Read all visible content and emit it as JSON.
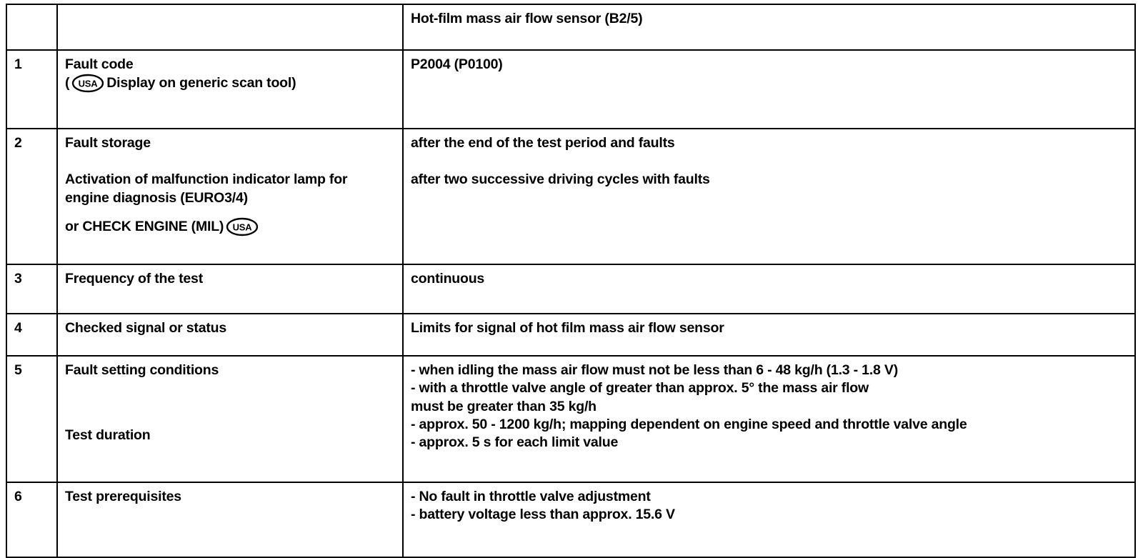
{
  "document": {
    "type": "diagnostic-fault-table",
    "header": {
      "col_num_label": "",
      "col_label_label": "",
      "col_value_label": "Hot-film mass air flow sensor (B2/5)"
    },
    "badge": {
      "usa_text": "USA",
      "name": "usa-oval-badge"
    },
    "rows": [
      {
        "num": "1",
        "label_lines": [
          "Fault code"
        ],
        "label_inline": {
          "prefix": "(",
          "suffix": " Display on generic scan tool)"
        },
        "value_lines": [
          "P2004 (P0100)"
        ]
      },
      {
        "num": "2",
        "label_lines": [
          "Fault storage",
          "Activation of malfunction indicator lamp for",
          "engine diagnosis (EURO3/4)"
        ],
        "label_inline": {
          "prefix": "or CHECK ENGINE (MIL) ",
          "suffix": ""
        },
        "value_lines": [
          "after the end of the test period and faults",
          "after two successive driving cycles with faults"
        ]
      },
      {
        "num": "3",
        "label_lines": [
          "Frequency of the test"
        ],
        "value_lines": [
          "continuous"
        ]
      },
      {
        "num": "4",
        "label_lines": [
          "Checked signal or status"
        ],
        "value_lines": [
          "Limits for signal of hot film mass air flow sensor"
        ]
      },
      {
        "num": "5",
        "label_lines": [
          "Fault setting conditions",
          "Test duration"
        ],
        "value_lines": [
          "- when idling the mass air flow must not be less than 6 - 48 kg/h (1.3 - 1.8 V)",
          "- with a throttle valve angle of greater than approx. 5° the mass air flow",
          "must be greater than 35 kg/h",
          "- approx. 50 - 1200 kg/h; mapping dependent on engine speed and throttle valve angle",
          "- approx. 5 s for each limit value"
        ]
      },
      {
        "num": "6",
        "label_lines": [
          "Test prerequisites"
        ],
        "value_lines": [
          "- No fault in throttle valve adjustment",
          "- battery voltage less than approx. 15.6 V"
        ]
      }
    ]
  },
  "colors": {
    "border": "#000000",
    "text": "#000000",
    "background": "#ffffff"
  }
}
